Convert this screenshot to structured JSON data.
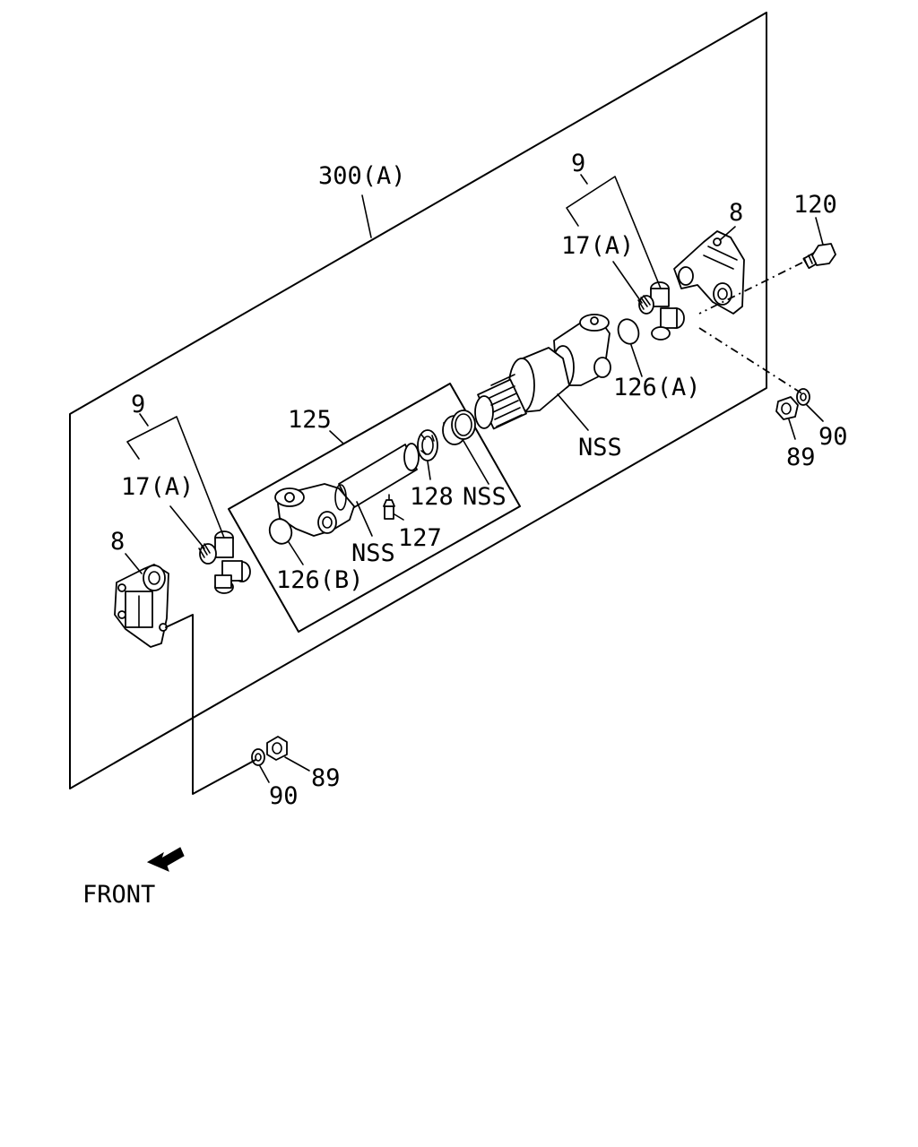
{
  "labels": {
    "assembly": "300(A)",
    "yoke_right": "8",
    "yoke_left": "8",
    "bolt": "120",
    "cross_kit_right": "9",
    "cross_kit_left": "9",
    "cross_right": "17(A)",
    "cross_left": "17(A)",
    "snap_ring_a": "126(A)",
    "snap_ring_b": "126(B)",
    "shaft_kit": "125",
    "seal": "128",
    "grease_fitting": "127",
    "nss_tube": "NSS",
    "nss_sleeve": "NSS",
    "nss_slip_yoke": "NSS",
    "nut_right": "89",
    "washer_right": "90",
    "nut_left": "89",
    "washer_left": "90"
  },
  "front_indicator": {
    "text": "FRONT",
    "icon": "front-arrow-icon"
  }
}
